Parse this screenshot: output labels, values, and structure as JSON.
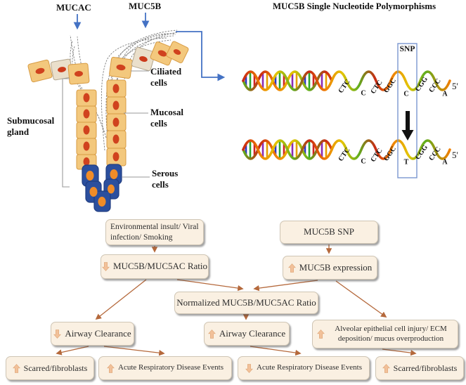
{
  "illustration": {
    "mucac_label": "MUCAC",
    "muc5b_label": "MUC5B",
    "ciliated_cells_label": "Ciliated cells",
    "mucosal_cells_label": "Mucosal cells",
    "serous_cells_label": "Serous cells",
    "submucosal_gland_label": "Submucosal gland"
  },
  "snp_panel": {
    "title": "MUC5B Single Nucleotide Polymorphisms",
    "snp_box_label": "SNP",
    "five_prime_label": "5'",
    "wild_sequence": [
      "CTC",
      "C",
      "CTC",
      "GGC",
      "C",
      "CGG",
      "CCC",
      "A"
    ],
    "variant_sequence": [
      "CTC",
      "C",
      "CTC",
      "GGC",
      "T",
      "CGG",
      "CCC",
      "A"
    ],
    "wild_allele": "C",
    "variant_allele": "T"
  },
  "flowchart": {
    "boxes": [
      {
        "label": "Environmental insult/ Viral infection/ Smoking",
        "trend": ""
      },
      {
        "label": "MUC5B SNP",
        "trend": ""
      },
      {
        "label": "MUC5B/MUC5AC Ratio",
        "trend": "down"
      },
      {
        "label": "MUC5B expression",
        "trend": "up"
      },
      {
        "label": "Normalized MUC5B/MUC5AC Ratio",
        "trend": ""
      },
      {
        "label": "Airway Clearance",
        "trend": "down"
      },
      {
        "label": "Airway Clearance",
        "trend": "up"
      },
      {
        "label": "Alveolar epithelial cell injury/ ECM deposition/ mucus overproduction",
        "trend": "up"
      },
      {
        "label": "Scarred/fibroblasts",
        "trend": "up"
      },
      {
        "label": "Acute Respiratory Disease Events",
        "trend": "up"
      },
      {
        "label": "Acute Respiratory Disease Events",
        "trend": "down"
      },
      {
        "label": "Scarred/fibroblasts",
        "trend": "up"
      }
    ]
  },
  "colors": {
    "flow_box_bg": "#faf0e2",
    "flow_arrow": "#b5693c",
    "trend_arrow": "#f2c19a",
    "pointer_blue": "#4472c4",
    "snp_box_border": "#7b97cf",
    "cell_tan": "#f3c87d",
    "cell_nucleus": "#d0421e",
    "serous_cell_blue": "#2b4f9e",
    "serous_nucleus": "#f08c28",
    "mucus_gray": "#6e6e6e"
  }
}
